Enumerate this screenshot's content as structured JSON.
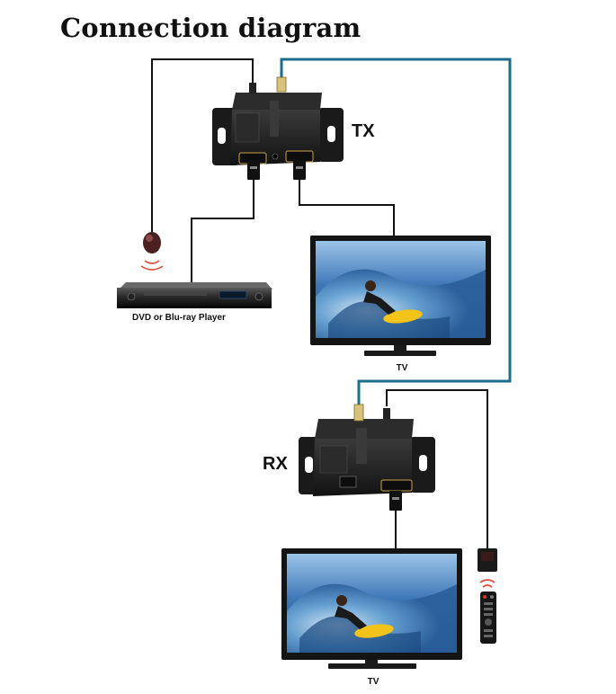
{
  "title": "Connection diagram",
  "labels": {
    "tx": "TX",
    "rx": "RX",
    "dvd": "DVD or Blu-ray Player",
    "tv_top": "TV",
    "tv_bottom": "TV"
  },
  "colors": {
    "background": "#ffffff",
    "device_body": "#1c1c1c",
    "cable_black": "#111111",
    "cable_network": "#1f6d8c",
    "tv_bezel": "#141414",
    "screen_sky": "#3f78b8",
    "surfboard": "#f2c318",
    "remote_signal": "#e04a3a"
  },
  "icons": {
    "tx_unit": "hdmi-extender-transmitter-icon",
    "rx_unit": "hdmi-extender-receiver-icon",
    "player": "dvd-player-icon",
    "ir_emitter": "ir-emitter-icon",
    "ir_receiver": "ir-receiver-icon",
    "remote": "remote-control-icon",
    "tv": "tv-icon"
  }
}
